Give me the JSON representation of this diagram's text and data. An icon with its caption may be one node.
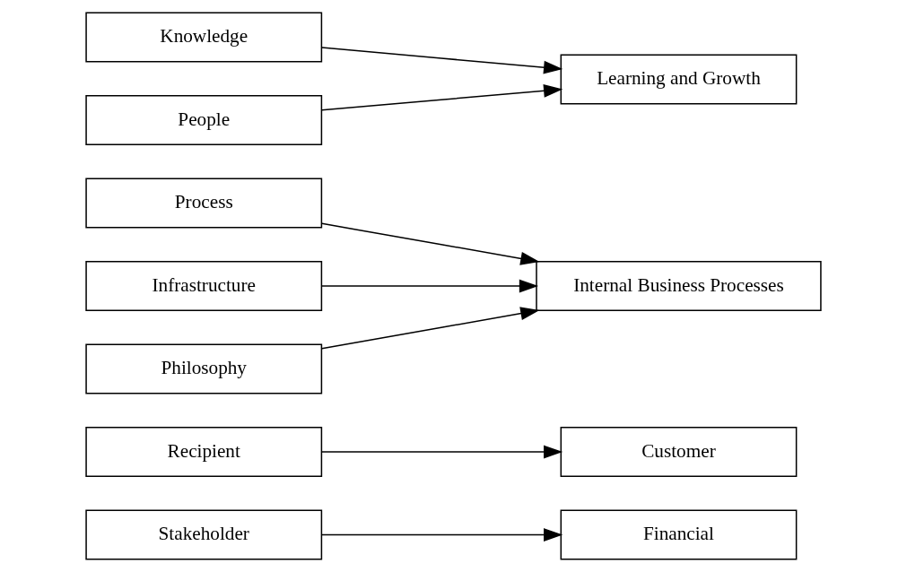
{
  "diagram": {
    "nodes": [
      {
        "text": [
          "Stakeholder"
        ]
      },
      {
        "text": [
          "Financial"
        ]
      },
      {
        "text": [
          "Recipient"
        ]
      },
      {
        "text": [
          "Customer"
        ]
      },
      {
        "text": [
          "Process"
        ]
      },
      {
        "text": [
          "Infrastructure"
        ]
      },
      {
        "text": [
          "Philosophy"
        ]
      },
      {
        "text": [
          "Internal Business Processes"
        ]
      },
      {
        "text": [
          "Knowledge"
        ]
      },
      {
        "text": [
          "People"
        ]
      },
      {
        "text": [
          "Learning and Growth"
        ]
      }
    ],
    "edges": [
      {
        "from": 0,
        "to": 1,
        "arrow": "to"
      },
      {
        "from": 2,
        "to": 3,
        "arrow": "to"
      },
      {
        "from": 4,
        "to": 7,
        "arrow": "to"
      },
      {
        "from": 5,
        "to": 7,
        "arrow": "to"
      },
      {
        "from": 6,
        "to": 7,
        "arrow": "to"
      },
      {
        "from": 8,
        "to": 10,
        "arrow": "to"
      },
      {
        "from": 9,
        "to": 10,
        "arrow": "to"
      }
    ]
  }
}
